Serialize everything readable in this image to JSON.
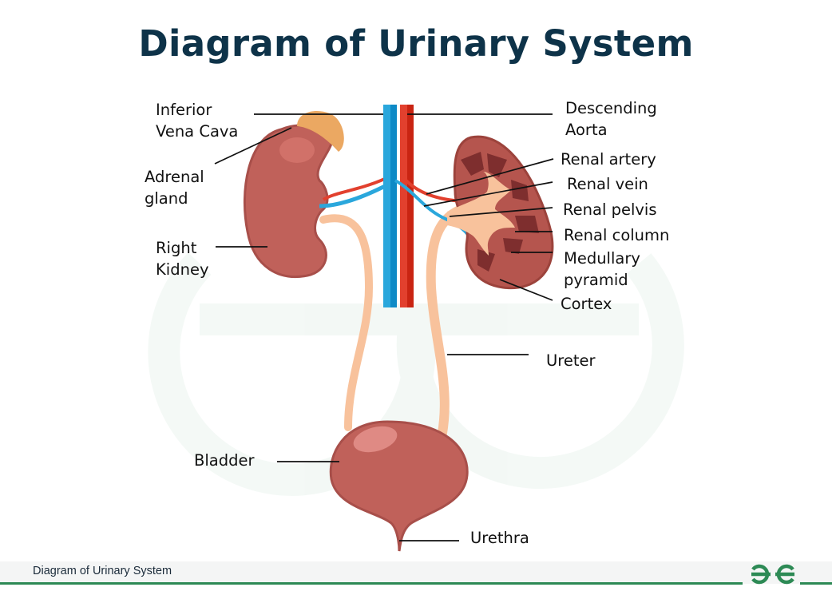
{
  "title": "Diagram of Urinary System",
  "labels": {
    "inferior_vena_cava": [
      "Inferior",
      "Vena Cava"
    ],
    "adrenal_gland": [
      "Adrenal",
      "gland"
    ],
    "right_kidney": [
      "Right",
      "Kidney"
    ],
    "descending_aorta": [
      "Descending",
      "Aorta"
    ],
    "renal_artery": "Renal artery",
    "renal_vein": "Renal vein",
    "renal_pelvis": "Renal pelvis",
    "renal_column": "Renal column",
    "medullary_pyramid": [
      "Medullary",
      "pyramid"
    ],
    "cortex": "Cortex",
    "ureter": "Ureter",
    "bladder": "Bladder",
    "urethra": "Urethra"
  },
  "footer": {
    "caption": "Diagram of Urinary System",
    "logo": "GfG"
  },
  "colors": {
    "title": "#0e3349",
    "kidney": "#c0615a",
    "kidney_outline": "#a84f4a",
    "adrenal": "#eba862",
    "vein": "#2aa7dc",
    "artery": "#e2402e",
    "ureter": "#f8c29c",
    "brand_green": "#2d8a55"
  }
}
